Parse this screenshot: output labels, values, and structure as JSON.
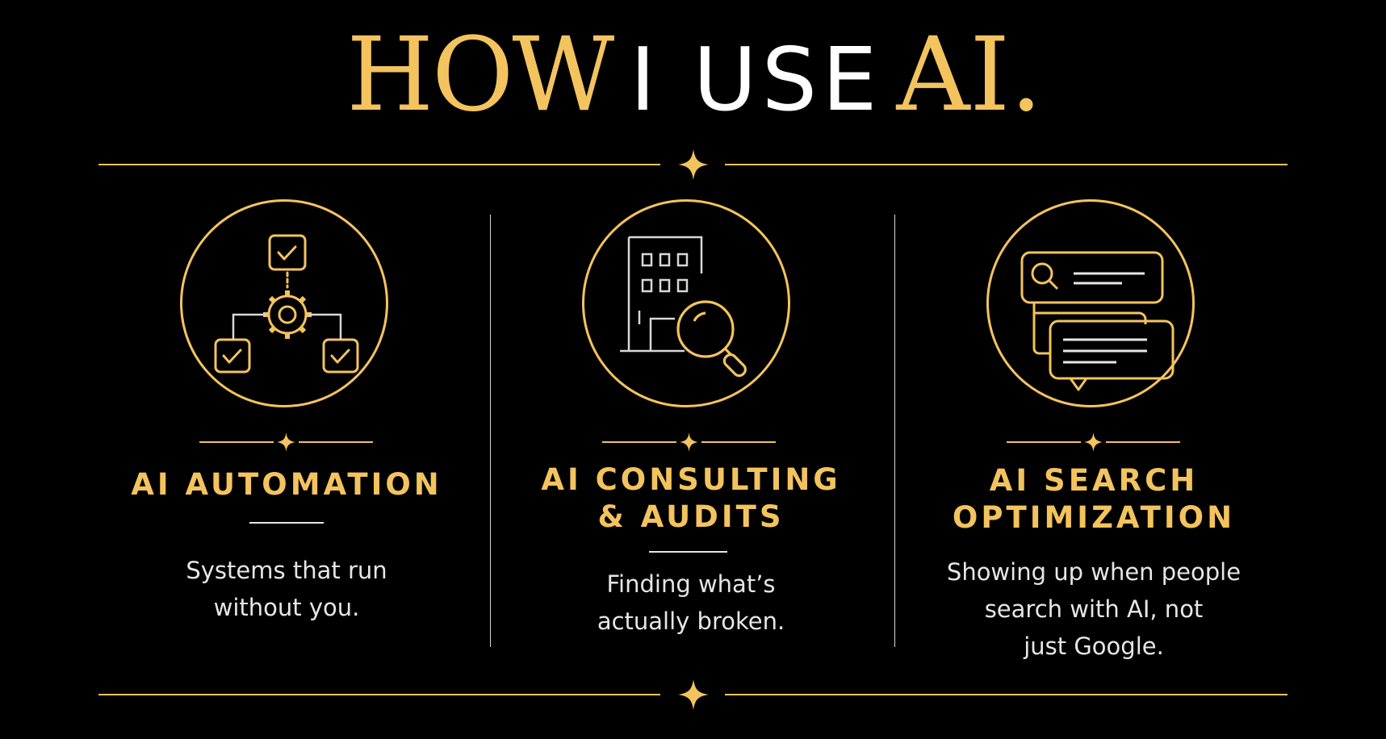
{
  "header": {
    "title_part1": "HOW",
    "title_part2": "I USE",
    "title_part3": "AI."
  },
  "colors": {
    "background": "#000000",
    "gold": "#F3C35E",
    "white": "#FFFFFF",
    "light_gray": "#E6E6E6"
  },
  "columns": [
    {
      "icon": "workflow-automation-icon",
      "title": "AI AUTOMATION",
      "description": "Systems that run\nwithout you."
    },
    {
      "icon": "building-search-icon",
      "title": "AI CONSULTING\n& AUDITS",
      "description": "Finding what’s\nactually broken."
    },
    {
      "icon": "search-chat-icon",
      "title": "AI SEARCH\nOPTIMIZATION",
      "description": "Showing up when people\nsearch with AI, not\njust Google."
    }
  ]
}
